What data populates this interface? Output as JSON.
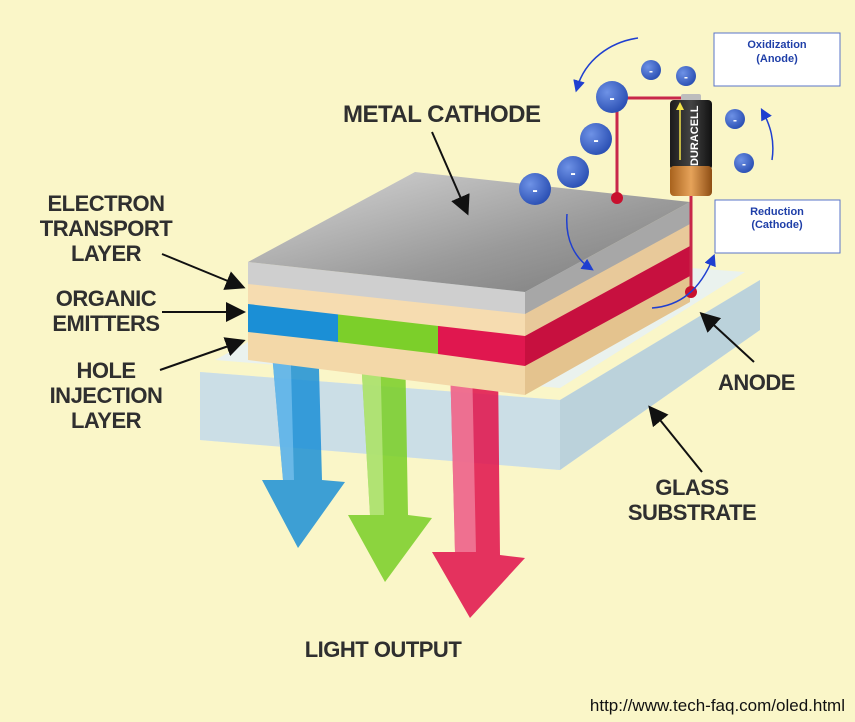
{
  "labels": {
    "metal_cathode": "METAL CATHODE",
    "electron_transport": [
      "ELECTRON",
      "TRANSPORT",
      "LAYER"
    ],
    "organic_emitters": [
      "ORGANIC",
      "EMITTERS"
    ],
    "hole_injection": [
      "HOLE",
      "INJECTION",
      "LAYER"
    ],
    "anode": "ANODE",
    "glass_substrate": [
      "GLASS",
      "SUBSTRATE"
    ],
    "light_output": "LIGHT OUTPUT"
  },
  "reaction_boxes": {
    "oxidization": [
      "Oxidization",
      "(Anode)"
    ],
    "reduction": [
      "Reduction",
      "(Cathode)"
    ]
  },
  "battery": {
    "brand": "DURACELL"
  },
  "electron_symbol": "-",
  "source_url": "http://www.tech-faq.com/oled.html",
  "colors": {
    "background": "#faf6c8",
    "blue_emitter": "#1b8fd6",
    "green_emitter": "#7ccf2a",
    "red_emitter": "#e0174f",
    "electron": "#3b63c9",
    "wire": "#c8274a"
  }
}
